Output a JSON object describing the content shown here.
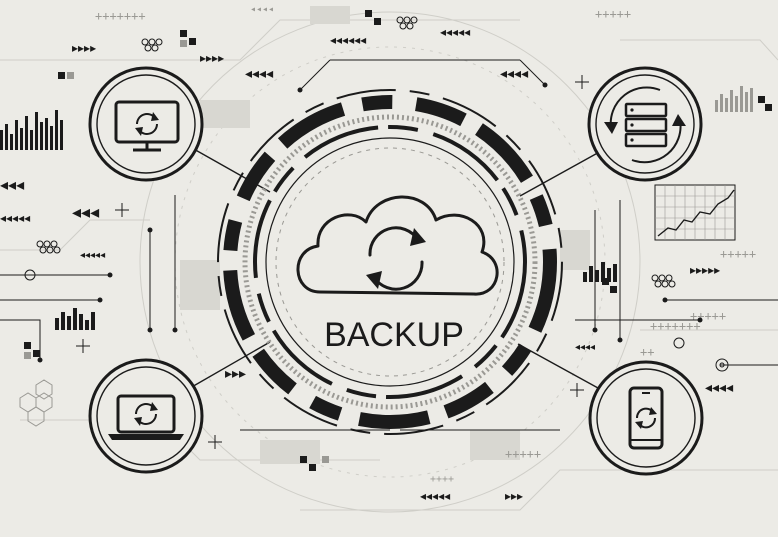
{
  "center": {
    "label": "BACKUP",
    "icon": "cloud-sync-icon"
  },
  "nodes": [
    {
      "id": "monitor",
      "icon": "monitor-sync-icon"
    },
    {
      "id": "server",
      "icon": "server-sync-icon"
    },
    {
      "id": "laptop",
      "icon": "laptop-sync-icon"
    },
    {
      "id": "phone",
      "icon": "phone-sync-icon"
    }
  ],
  "colors": {
    "background": "#ecebe6",
    "ink": "#1b1b1b",
    "faint": "#cfcec8",
    "mid": "#9a9994"
  }
}
